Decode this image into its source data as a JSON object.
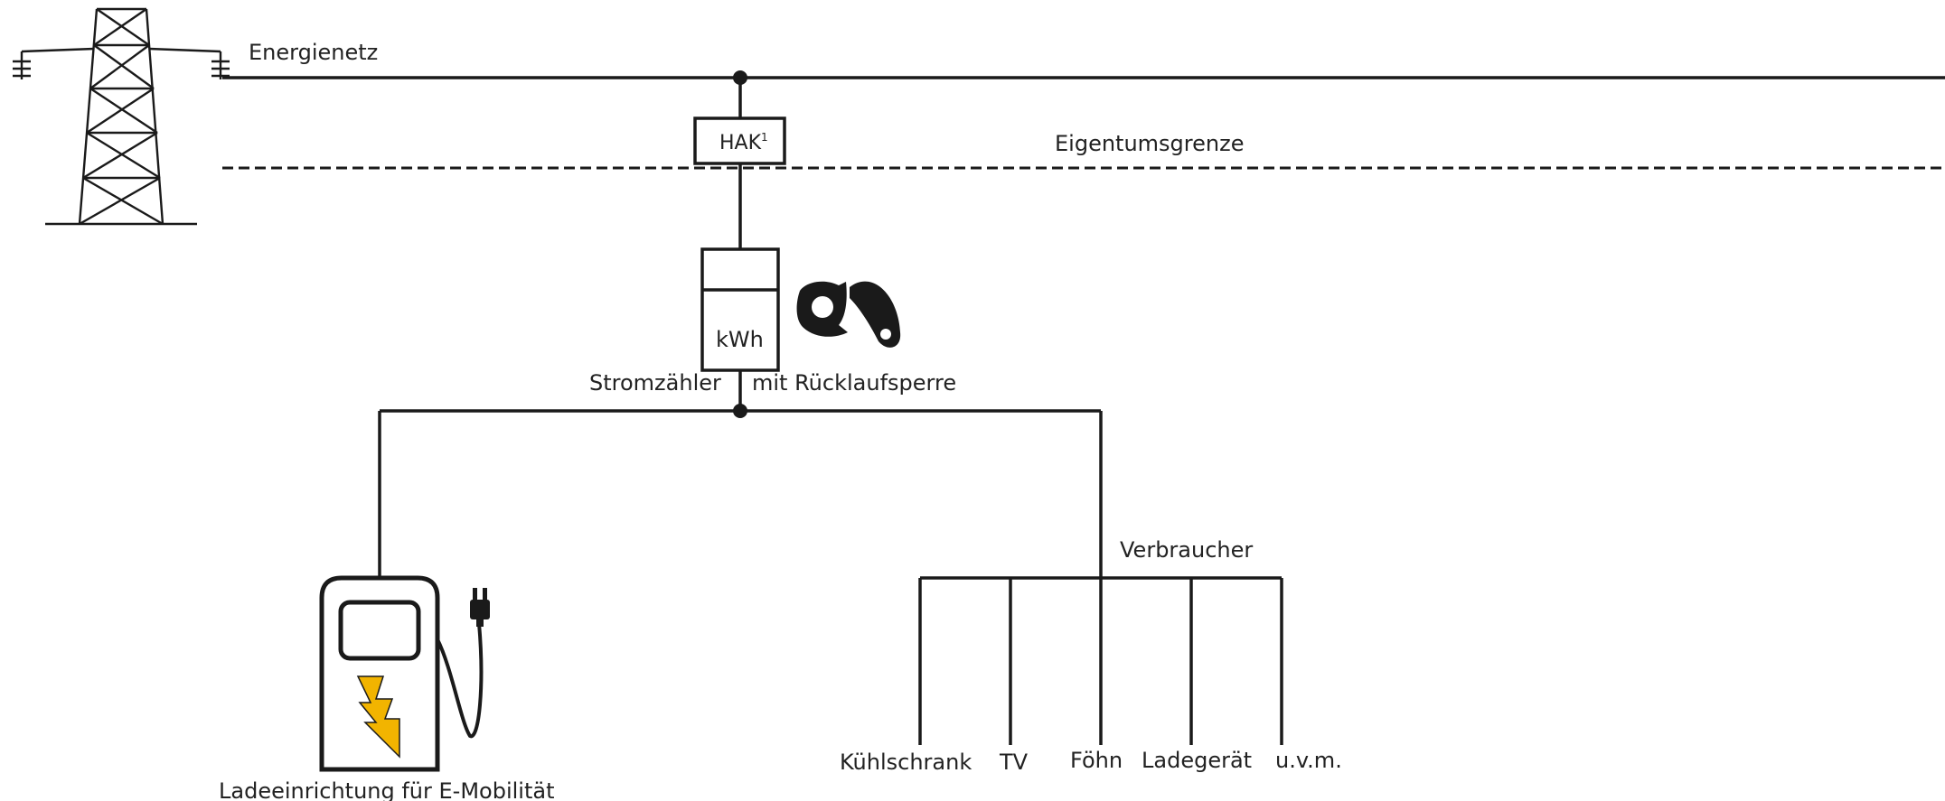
{
  "labels": {
    "grid": "Energienetz",
    "hak_base": "HAK",
    "hak_sup": "1",
    "boundary": "Eigentumsgrenze",
    "meter_unit": "kWh",
    "meter": "Stromzähler",
    "backstop": "mit Rücklaufsperre",
    "consumers": "Verbraucher",
    "charger": "Ladeeinrichtung für E-Mobilität"
  },
  "consumers": [
    "Kühlschrank",
    "TV",
    "Föhn",
    "Ladegerät",
    "u.v.m."
  ],
  "colors": {
    "line": "#1a1a1a",
    "bolt": "#f2b400"
  },
  "icons": [
    "power-pylon-icon",
    "ratchet-pawl-icon",
    "charging-station-icon",
    "plug-icon",
    "lightning-bolt-icon"
  ]
}
